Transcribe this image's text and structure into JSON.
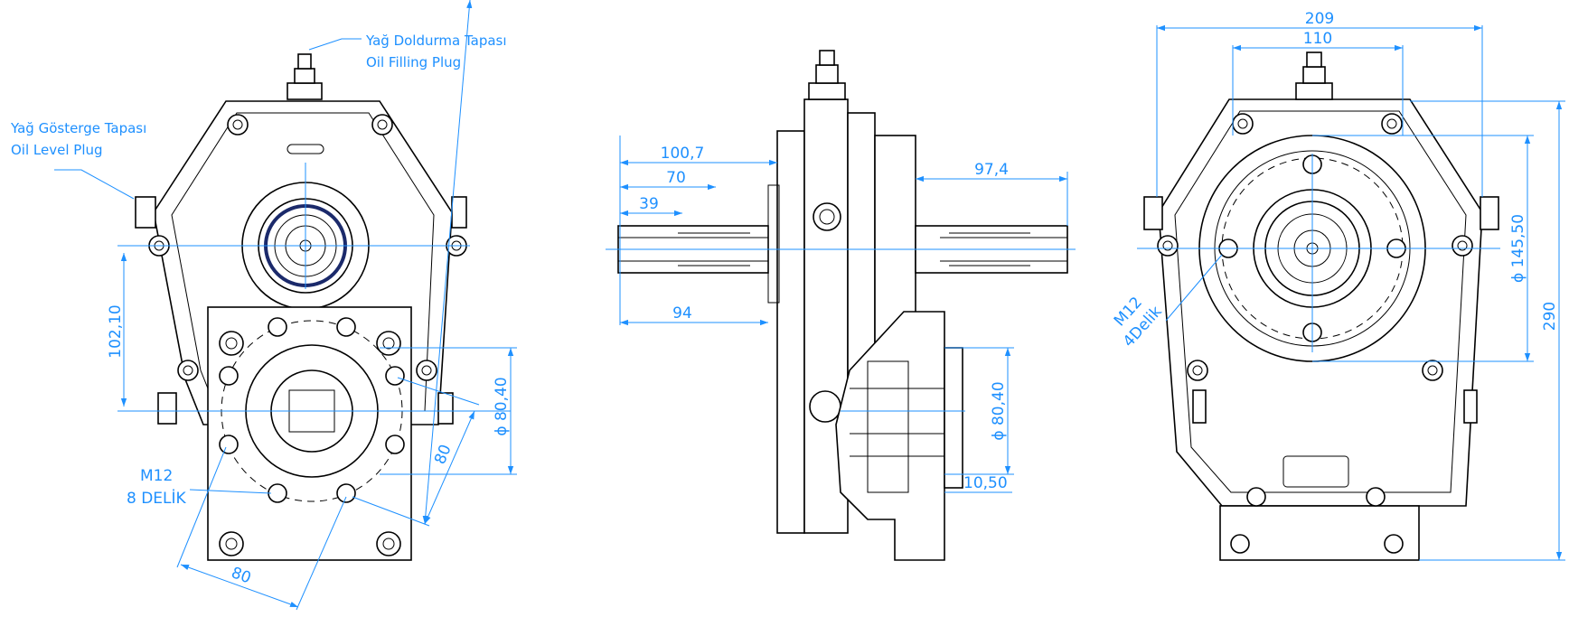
{
  "callouts": {
    "oil_filling_tr": "Yağ Doldurma Tapası",
    "oil_filling_en": "Oil Filling Plug",
    "oil_level_tr": "Yağ Gösterge Tapası",
    "oil_level_en": "Oil Level Plug",
    "holes_front_size": "M12",
    "holes_front_count": "8 DELİK",
    "holes_rear_size": "M12",
    "holes_rear_count": "4Delik"
  },
  "dimensions": {
    "front": {
      "height_axis": "102,10",
      "bore_dia": "ϕ 80,40",
      "pitch_a": "80",
      "pitch_b": "80"
    },
    "side": {
      "left_total": "100,7",
      "left_mid": "70",
      "left_short": "39",
      "left_bottom": "94",
      "right_shaft": "97,4",
      "bore_dia": "ϕ 80,40",
      "flange": "10,50"
    },
    "rear": {
      "width_total": "209",
      "width_inner": "110",
      "bolt_circle": "ϕ 145,50",
      "height_total": "290"
    }
  }
}
